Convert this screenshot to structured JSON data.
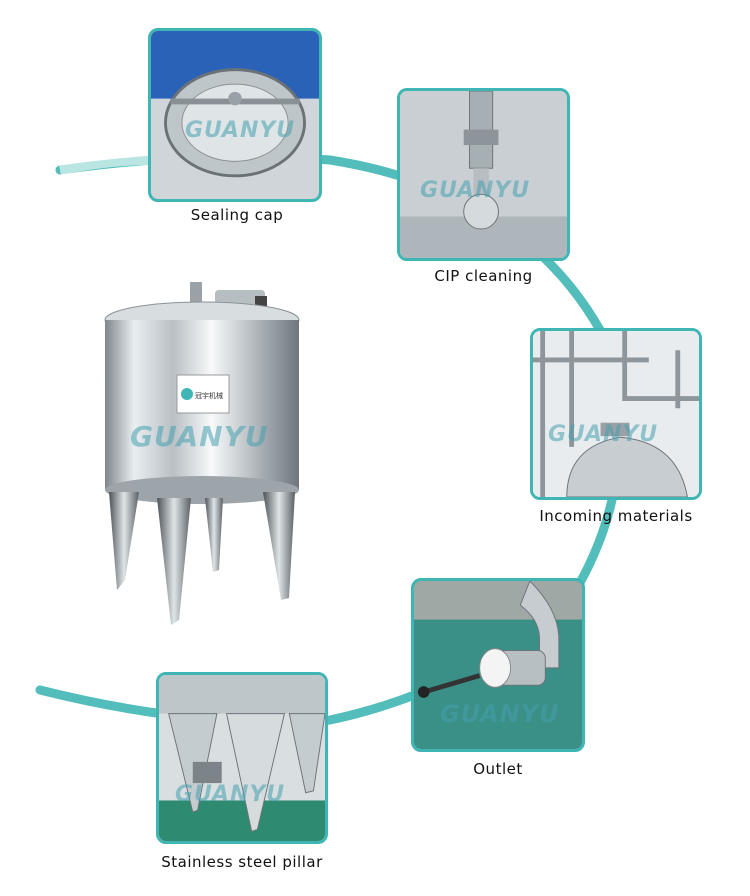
{
  "brand": {
    "accent": "#3fb6b3",
    "watermark": "GUANYU",
    "tank_label_text": "冠宇机械"
  },
  "callouts": [
    {
      "id": "sealing",
      "label": "Sealing cap"
    },
    {
      "id": "cip",
      "label": "CIP cleaning"
    },
    {
      "id": "incoming",
      "label": "Incoming materials"
    },
    {
      "id": "outlet",
      "label": "Outlet"
    },
    {
      "id": "pillar",
      "label": "Stainless steel pillar"
    }
  ]
}
